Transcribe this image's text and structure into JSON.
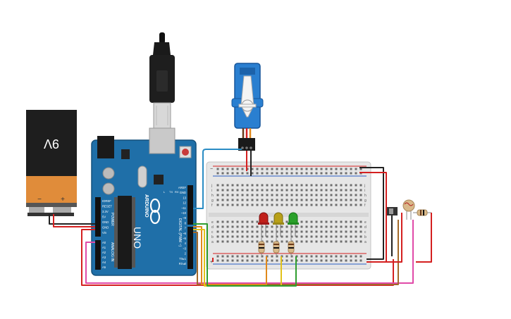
{
  "battery": {
    "label": "9V",
    "minus": "−",
    "plus": "+"
  },
  "arduino": {
    "brand": "ARDUINO",
    "model": "UNO",
    "digital_label": "DIGITAL (PWM ~)",
    "power_label": "POWER",
    "analog_label": "ANALOG IN",
    "power_pins": [
      "IOREF",
      "RESET",
      "3.3V",
      "5V",
      "GND",
      "GND",
      "Vin"
    ],
    "analog_pins": [
      "A0",
      "A1",
      "A2",
      "A3",
      "A4",
      "A5"
    ],
    "digital_pins": [
      "AREF",
      "GND",
      "13",
      "12",
      "~11",
      "~10",
      "~9",
      "8",
      "7",
      "~6",
      "~5",
      "4",
      "~3",
      "2",
      "TX▸1",
      "RX◂0"
    ],
    "led_labels": [
      "L",
      "TX",
      "RX"
    ]
  },
  "breadboard": {
    "columns": 30,
    "row_letters_top": [
      "j",
      "i",
      "h",
      "g",
      "f"
    ],
    "row_letters_bottom": [
      "e",
      "d",
      "c",
      "b",
      "a"
    ],
    "rail_minus": "−",
    "rail_plus": "+"
  },
  "leds": [
    {
      "name": "red",
      "color": "#c0201a"
    },
    {
      "name": "yellow",
      "color": "#c8a81a"
    },
    {
      "name": "green",
      "color": "#2aa02a"
    }
  ],
  "colors": {
    "board": "#1f6fa8",
    "wire_red": "#d42020",
    "wire_black": "#222222",
    "wire_orange": "#e0891c",
    "wire_yellow": "#e2c21a",
    "wire_green": "#2f9d2f",
    "wire_blue": "#2a8cc4",
    "wire_brown": "#a36a2a",
    "wire_pink": "#e04aa8",
    "wire_magenta": "#c0308a",
    "servo": "#2a7fd0"
  }
}
